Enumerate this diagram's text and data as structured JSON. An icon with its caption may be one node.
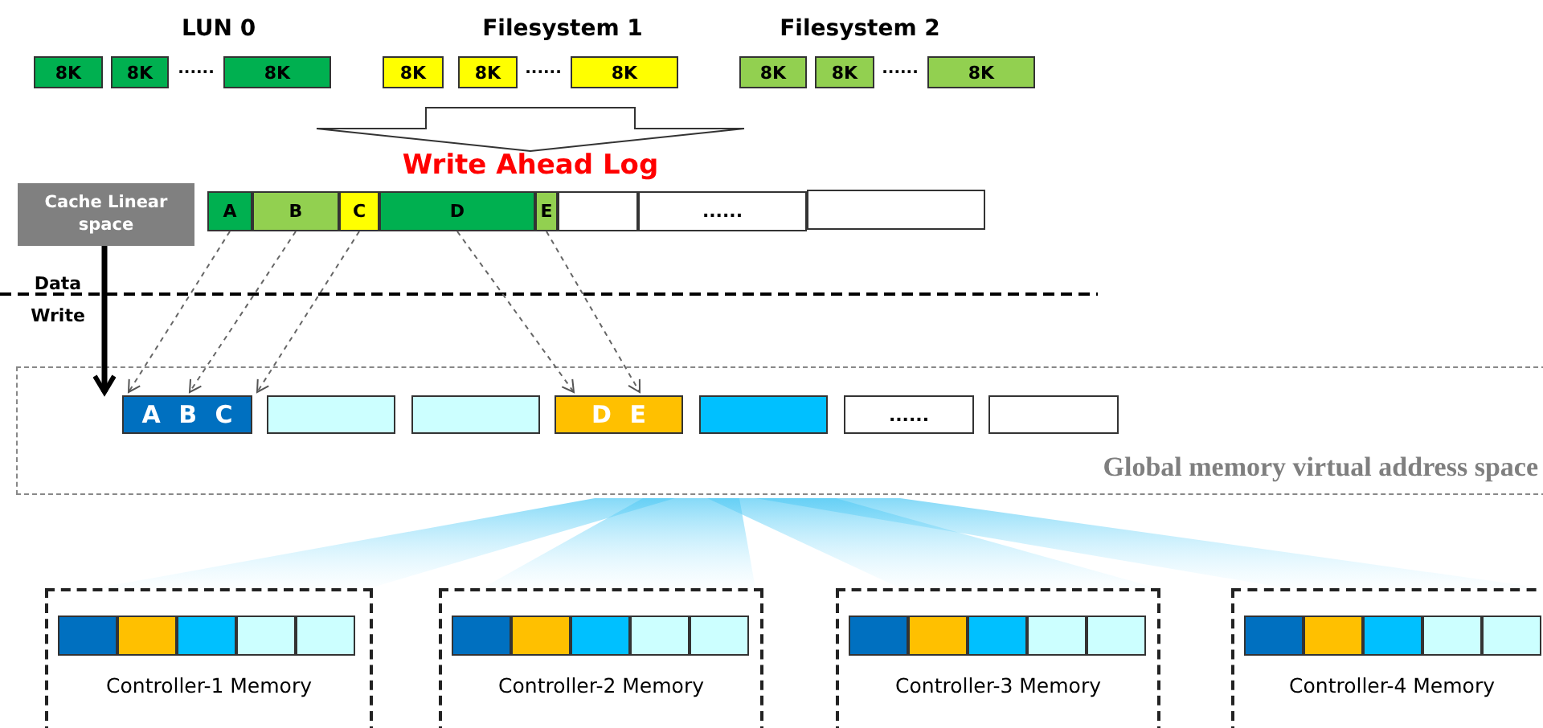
{
  "diagram": {
    "nodes": [
      {
        "text": [
          "8K"
        ]
      },
      {
        "text": [
          "8K"
        ]
      },
      {
        "text": [
          "8K"
        ]
      },
      {
        "text": [
          "8K"
        ]
      },
      {
        "text": [
          "8K"
        ]
      },
      {
        "text": [
          "8K"
        ]
      },
      {
        "text": [
          "8K"
        ]
      },
      {
        "text": [
          "8K"
        ]
      },
      {
        "text": [
          "8K"
        ]
      },
      {
        "text": [
          "Cache Linear space"
        ]
      },
      {
        "text": [
          "A"
        ]
      },
      {
        "text": [
          "B"
        ]
      },
      {
        "text": [
          "C"
        ]
      },
      {
        "text": [
          "D"
        ]
      },
      {
        "text": [
          "E"
        ]
      },
      {
        "text": [],
        "shape": "box"
      },
      {
        "text": [
          "......"
        ]
      },
      {
        "text": [],
        "shape": "box"
      },
      {
        "text": [
          "Global memory virtual address space"
        ]
      },
      {
        "text": [
          "A B C"
        ],
        "in": 18
      },
      {
        "text": [],
        "shape": "box",
        "in": 18
      },
      {
        "text": [],
        "shape": "box",
        "in": 18
      },
      {
        "text": [
          "D E"
        ],
        "in": 18
      },
      {
        "text": [],
        "shape": "box",
        "in": 18
      },
      {
        "text": [
          "......"
        ],
        "in": 18
      },
      {
        "text": [],
        "shape": "box",
        "in": 18
      },
      {
        "text": [
          "Controller-1 Memory"
        ]
      },
      {
        "text": [],
        "shape": "box",
        "in": 26
      },
      {
        "text": [],
        "shape": "box",
        "in": 26
      },
      {
        "text": [],
        "shape": "box",
        "in": 26
      },
      {
        "text": [],
        "shape": "box",
        "in": 26
      },
      {
        "text": [],
        "shape": "box",
        "in": 26
      },
      {
        "text": [
          "Controller-2 Memory"
        ]
      },
      {
        "text": [],
        "shape": "box",
        "in": 32
      },
      {
        "text": [],
        "shape": "box",
        "in": 32
      },
      {
        "text": [],
        "shape": "box",
        "in": 32
      },
      {
        "text": [],
        "shape": "box",
        "in": 32
      },
      {
        "text": [],
        "shape": "box",
        "in": 32
      },
      {
        "text": [
          "Controller-3 Memory"
        ]
      },
      {
        "text": [],
        "shape": "box",
        "in": 38
      },
      {
        "text": [],
        "shape": "box",
        "in": 38
      },
      {
        "text": [],
        "shape": "box",
        "in": 38
      },
      {
        "text": [],
        "shape": "box",
        "in": 38
      },
      {
        "text": [],
        "shape": "box",
        "in": 38
      },
      {
        "text": [
          "Controller-4 Memory"
        ]
      },
      {
        "text": [],
        "shape": "box",
        "in": 44
      },
      {
        "text": [],
        "shape": "box",
        "in": 44
      },
      {
        "text": [],
        "shape": "box",
        "in": 44
      },
      {
        "text": [],
        "shape": "box",
        "in": 44
      },
      {
        "text": [],
        "shape": "box",
        "in": 44
      },
      {
        "text": [
          "Write Ahead Log"
        ]
      }
    ],
    "edges": [
      {
        "from": 10,
        "to": 19,
        "arrow": "to",
        "style": "dashed"
      },
      {
        "from": 11,
        "to": 19,
        "arrow": "to",
        "style": "dashed"
      },
      {
        "from": 12,
        "to": 19,
        "arrow": "to",
        "style": "dashed"
      },
      {
        "from": 13,
        "to": 22,
        "arrow": "to",
        "style": "dashed"
      },
      {
        "from": 14,
        "to": 22,
        "arrow": "to",
        "style": "dashed"
      },
      {
        "from": 9,
        "to": 19,
        "arrow": "to",
        "style": "thick",
        "color": "#000000"
      },
      {
        "from": null,
        "to": 50,
        "arrow": "to"
      }
    ],
    "labels": [
      "LUN 0",
      "Filesystem 1",
      "Filesystem 2",
      "......",
      "......",
      "......",
      "Data Write"
    ]
  }
}
